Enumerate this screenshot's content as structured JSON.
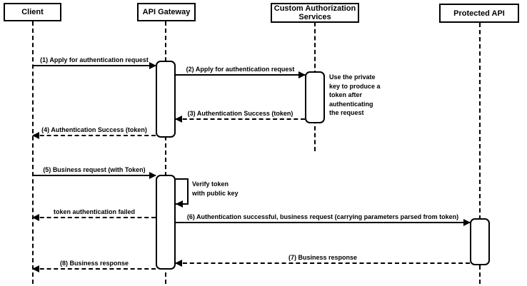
{
  "diagram_type": "sequence-diagram",
  "colors": {
    "stroke": "#000000",
    "fill": "#ffffff",
    "background": "#ffffff",
    "text": "#000000"
  },
  "actors": {
    "client": {
      "label": "Client"
    },
    "api_gateway": {
      "label": "API Gateway"
    },
    "custom_auth": {
      "label": "Custom Authorization\nServices"
    },
    "protected_api": {
      "label": "Protected API"
    }
  },
  "messages": [
    {
      "label": "(1) Apply for authentication request",
      "from": "Client",
      "to": "API Gateway",
      "style": "solid"
    },
    {
      "label": "(2) Apply for authentication request",
      "from": "API Gateway",
      "to": "Custom Authorization Services",
      "style": "solid"
    },
    {
      "label": "(3) Authentication Success (token)",
      "from": "Custom Authorization Services",
      "to": "API Gateway",
      "style": "dashed"
    },
    {
      "label": "(4) Authentication Success (token)",
      "from": "API Gateway",
      "to": "Client",
      "style": "dashed"
    },
    {
      "label": "(5) Business request (with Token)",
      "from": "Client",
      "to": "API Gateway",
      "style": "solid"
    },
    {
      "label": "token authentication failed",
      "from": "API Gateway",
      "to": "Client",
      "style": "dashed"
    },
    {
      "label": "(6) Authentication successful, business request (carrying parameters parsed from token)",
      "from": "API Gateway",
      "to": "Protected API",
      "style": "solid"
    },
    {
      "label": "(7) Business response",
      "from": "Protected API",
      "to": "API Gateway",
      "style": "dashed"
    },
    {
      "label": "(8) Business response",
      "from": "API Gateway",
      "to": "Client",
      "style": "dashed"
    }
  ],
  "self_message": {
    "label": "Verify token\nwith public key",
    "actor": "API Gateway"
  },
  "note": {
    "text": "Use the private\nkey to produce a\ntoken after\nauthenticating\nthe request",
    "actor": "Custom Authorization Services"
  }
}
